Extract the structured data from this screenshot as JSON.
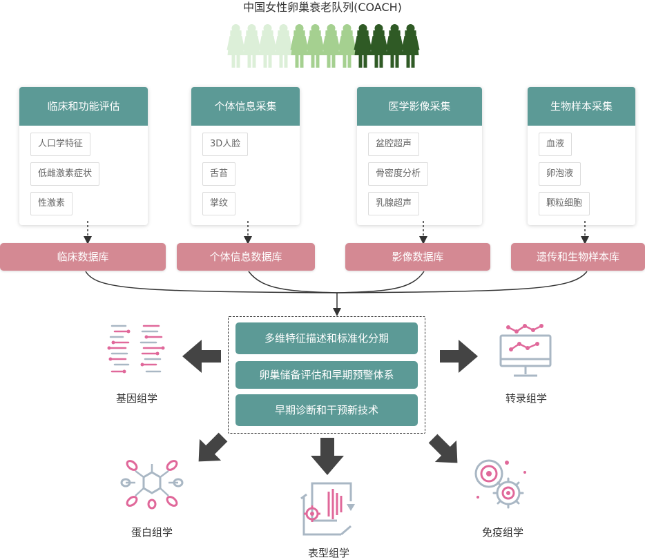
{
  "title": "中国女性卵巢衰老队列(COACH)",
  "people_colors": [
    "#dcefd8",
    "#dcefd8",
    "#dcefd8",
    "#dcefd8",
    "#a5d090",
    "#a5d090",
    "#a5d090",
    "#a5d090",
    "#2f5a25",
    "#2f5a25",
    "#2f5a25",
    "#2f5a25"
  ],
  "colors": {
    "teal": "#5c9a96",
    "pink": "#d48993",
    "arrow": "#444444",
    "icon_pink": "#e0689a",
    "icon_gray": "#a9b7c4"
  },
  "cards": [
    {
      "title": "临床和功能评估",
      "items": [
        "人口学特征",
        "低雌激素症状",
        "性激素"
      ]
    },
    {
      "title": "个体信息采集",
      "items": [
        "3D人脸",
        "舌苔",
        "掌纹"
      ]
    },
    {
      "title": "医学影像采集",
      "items": [
        "盆腔超声",
        "骨密度分析",
        "乳腺超声"
      ]
    },
    {
      "title": "生物样本采集",
      "items": [
        "血液",
        "卵泡液",
        "颗粒细胞"
      ]
    }
  ],
  "databases": [
    "临床数据库",
    "个体信息数据库",
    "影像数据库",
    "遗传和生物样本库"
  ],
  "center_bars": [
    "多维特征描述和标准化分期",
    "卵巢储备评估和早期预警体系",
    "早期诊断和干预新技术"
  ],
  "omics": {
    "genomics": {
      "label": "基因组学",
      "icon": "dna-icon"
    },
    "transcriptomics": {
      "label": "转录组学",
      "icon": "monitor-icon"
    },
    "proteomics": {
      "label": "蛋白组学",
      "icon": "protein-network-icon"
    },
    "phenomics": {
      "label": "表型组学",
      "icon": "phenotype-cycle-icon"
    },
    "immunomics": {
      "label": "免疫组学",
      "icon": "immune-cell-icon"
    }
  }
}
